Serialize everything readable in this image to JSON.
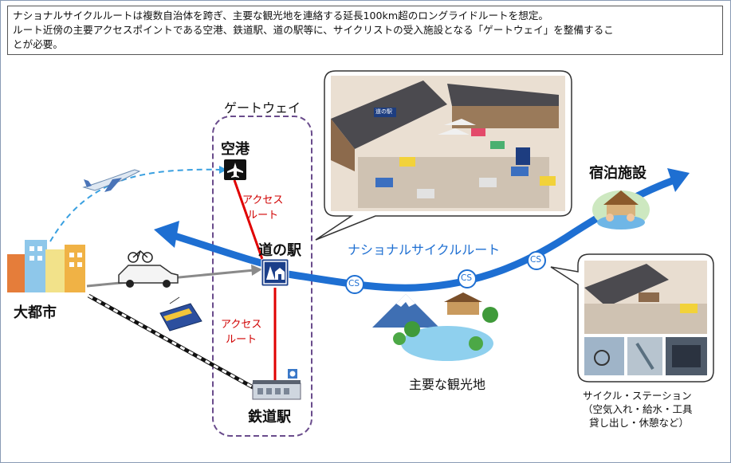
{
  "intro": {
    "line1": "ナショナルサイクルルートは複数自治体を跨ぎ、主要な観光地を連絡する延長100km超のロングライドルートを想定。",
    "line2": "ルート近傍の主要アクセスポイントである空港、鉄道駅、道の駅等に、サイクリストの受入施設となる「ゲートウェイ」を整備するこ",
    "line3": "とが必要。"
  },
  "gateway_label": "ゲートウェイ",
  "airport_label": "空港",
  "michinoeki_label": "道の駅",
  "station_label": "鉄道駅",
  "city_label": "大都市",
  "access_route_top": [
    "アクセス",
    "ルート"
  ],
  "access_route_bottom": [
    "アクセス",
    "ルート"
  ],
  "route_label": "ナショナルサイクルルート",
  "cs_marker": "CS",
  "lodging_label": "宿泊施設",
  "sightseeing_label": "主要な観光地",
  "cycle_station": {
    "title": "サイクル・ステーション",
    "line1": "（空気入れ・給水・工具",
    "line2": "貸し出し・休憩など）"
  },
  "photo_sign_text": "道の駅",
  "colors": {
    "route_blue": "#1e6fd2",
    "access_red": "#e00000",
    "gateway_dash": "#6a4c8c",
    "sky_dash": "#3aa0e0"
  }
}
